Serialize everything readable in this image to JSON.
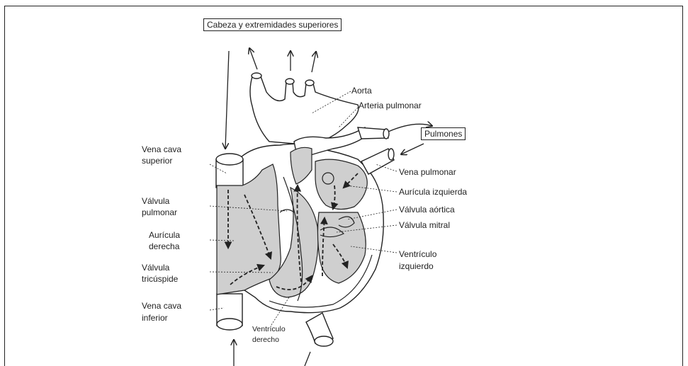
{
  "labels": {
    "head": "Cabeza y extremidades superiores",
    "aorta": "Aorta",
    "pulmonary_artery": "Arteria pulmonar",
    "lungs": "Pulmones",
    "svc_1": "Vena cava",
    "svc_2": "superior",
    "pulmonary_vein": "Vena pulmonar",
    "left_atrium": "Aurícula izquierda",
    "pulm_valve_1": "Válvula",
    "pulm_valve_2": "pulmonar",
    "aortic_valve": "Válvula aórtica",
    "mitral_valve": "Válvula mitral",
    "right_atrium_1": "Aurícula",
    "right_atrium_2": "derecha",
    "left_ventricle_1": "Ventrículo",
    "left_ventricle_2": "izquierdo",
    "tricuspid_1": "Válvula",
    "tricuspid_2": "tricúspide",
    "ivc_1": "Vena cava",
    "ivc_2": "inferior",
    "right_ventricle_1": "Ventrículo",
    "right_ventricle_2": "derecho"
  },
  "colors": {
    "ink": "#222222",
    "chamber_fill": "#cfcfcf",
    "paper": "#ffffff"
  }
}
